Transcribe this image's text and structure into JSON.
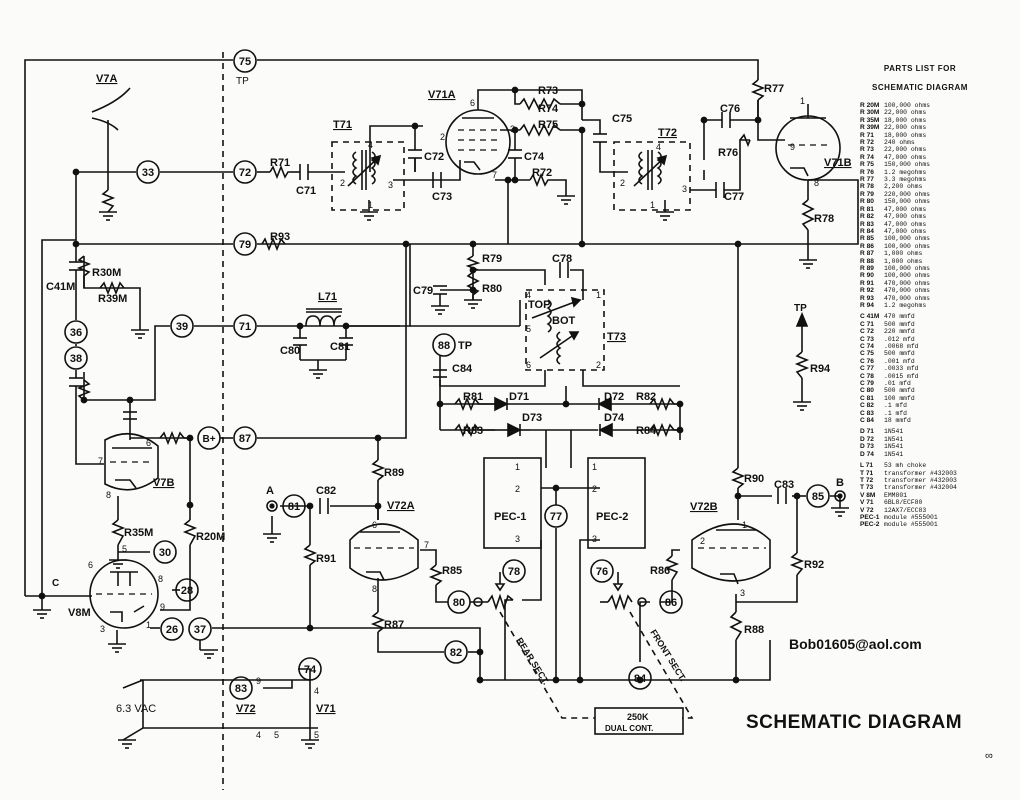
{
  "title": "SCHEMATIC DIAGRAM",
  "contact": "Bob01605@aol.com",
  "page_number": "∞",
  "parts_list": {
    "title_line1": "PARTS LIST FOR",
    "title_line2": "SCHEMATIC DIAGRAM",
    "resistors": [
      {
        "ref": "R 20M",
        "value": "100,000 ohms"
      },
      {
        "ref": "R 30M",
        "value": "22,000 ohms"
      },
      {
        "ref": "R 35M",
        "value": "18,000 ohms"
      },
      {
        "ref": "R 39M",
        "value": "22,000 ohms"
      },
      {
        "ref": "R 71",
        "value": "18,000 ohms"
      },
      {
        "ref": "R 72",
        "value": "240 ohms"
      },
      {
        "ref": "R 73",
        "value": "22,000 ohms"
      },
      {
        "ref": "R 74",
        "value": "47,000 ohms"
      },
      {
        "ref": "R 75",
        "value": "150,000 ohms"
      },
      {
        "ref": "R 76",
        "value": "1.2 megohms"
      },
      {
        "ref": "R 77",
        "value": "3.3 megohms"
      },
      {
        "ref": "R 78",
        "value": "2,200 ohms"
      },
      {
        "ref": "R 79",
        "value": "220,000 ohms"
      },
      {
        "ref": "R 80",
        "value": "150,000 ohms"
      },
      {
        "ref": "R 81",
        "value": "47,000 ohms"
      },
      {
        "ref": "R 82",
        "value": "47,000 ohms"
      },
      {
        "ref": "R 83",
        "value": "47,000 ohms"
      },
      {
        "ref": "R 84",
        "value": "47,000 ohms"
      },
      {
        "ref": "R 85",
        "value": "100,000 ohms"
      },
      {
        "ref": "R 86",
        "value": "100,000 ohms"
      },
      {
        "ref": "R 87",
        "value": "1,000 ohms"
      },
      {
        "ref": "R 88",
        "value": "1,000 ohms"
      },
      {
        "ref": "R 89",
        "value": "100,000 ohms"
      },
      {
        "ref": "R 90",
        "value": "100,000 ohms"
      },
      {
        "ref": "R 91",
        "value": "470,000 ohms"
      },
      {
        "ref": "R 92",
        "value": "470,000 ohms"
      },
      {
        "ref": "R 93",
        "value": "470,000 ohms"
      },
      {
        "ref": "R 94",
        "value": "1.2 megohms"
      }
    ],
    "capacitors": [
      {
        "ref": "C 41M",
        "value": "470 mmfd"
      },
      {
        "ref": "C 71",
        "value": "500 mmfd"
      },
      {
        "ref": "C 72",
        "value": "220 mmfd"
      },
      {
        "ref": "C 73",
        "value": ".012 mfd"
      },
      {
        "ref": "C 74",
        "value": ".0068 mfd"
      },
      {
        "ref": "C 75",
        "value": "500 mmfd"
      },
      {
        "ref": "C 76",
        "value": ".001 mfd"
      },
      {
        "ref": "C 77",
        "value": ".0033 mfd"
      },
      {
        "ref": "C 78",
        "value": ".0015 mfd"
      },
      {
        "ref": "C 79",
        "value": ".01 mfd"
      },
      {
        "ref": "C 80",
        "value": "500 mmfd"
      },
      {
        "ref": "C 81",
        "value": "100 mmfd"
      },
      {
        "ref": "C 82",
        "value": ".1 mfd"
      },
      {
        "ref": "C 83",
        "value": ".1 mfd"
      },
      {
        "ref": "C 84",
        "value": "18 mmfd"
      }
    ],
    "diodes": [
      {
        "ref": "D 71",
        "value": "1N541"
      },
      {
        "ref": "D 72",
        "value": "1N541"
      },
      {
        "ref": "D 73",
        "value": "1N541"
      },
      {
        "ref": "D 74",
        "value": "1N541"
      }
    ],
    "other": [
      {
        "ref": "L 71",
        "value": "53 mh choke"
      },
      {
        "ref": "T 71",
        "value": "transformer #432003"
      },
      {
        "ref": "T 72",
        "value": "transformer #432003"
      },
      {
        "ref": "T 73",
        "value": "transformer #432004"
      },
      {
        "ref": "V 8M",
        "value": "EMM801"
      },
      {
        "ref": "V 71",
        "value": "6BL8/ECF80"
      },
      {
        "ref": "V 72",
        "value": "12AX7/ECC83"
      },
      {
        "ref": "PEC-1",
        "value": "module #555001"
      },
      {
        "ref": "PEC-2",
        "value": "module #555001"
      }
    ]
  },
  "labels": {
    "tubes": [
      "V7A",
      "V71A",
      "V71B",
      "V7B",
      "V72A",
      "V72B",
      "V8M",
      "V72",
      "V71"
    ],
    "transformers": [
      "T71",
      "T72",
      "T73"
    ],
    "coil": "L71",
    "modules": [
      "PEC-1",
      "PEC-2"
    ],
    "resistors": [
      "R71",
      "R72",
      "R73",
      "R74",
      "R75",
      "R76",
      "R77",
      "R78",
      "R79",
      "R80",
      "R81",
      "R82",
      "R83",
      "R84",
      "R85",
      "R86",
      "R87",
      "R88",
      "R89",
      "R90",
      "R91",
      "R92",
      "R93",
      "R94",
      "R30M",
      "R39M",
      "R35M",
      "R20M"
    ],
    "capacitors": [
      "C71",
      "C72",
      "C73",
      "C74",
      "C75",
      "C76",
      "C77",
      "C78",
      "C79",
      "C80",
      "C81",
      "C82",
      "C83",
      "C84",
      "C41M"
    ],
    "diodes": [
      "D71",
      "D72",
      "D73",
      "D74"
    ],
    "nodes": [
      "75",
      "33",
      "72",
      "79",
      "36",
      "38",
      "39",
      "71",
      "87",
      "81",
      "30",
      "28",
      "26",
      "37",
      "74",
      "83",
      "80",
      "78",
      "77",
      "76",
      "86",
      "85",
      "82",
      "84",
      "88"
    ],
    "tp": "TP",
    "bplus": "B+",
    "input_a": "A",
    "output_b": "B",
    "supply": "6.3 VAC",
    "top": "TOP",
    "bot": "BOT",
    "rear_sect": "REAR SECT.",
    "front_sect": "FRONT SECT.",
    "pot_value": "250K",
    "pot_type": "DUAL CONT.",
    "c_marker": "C"
  }
}
